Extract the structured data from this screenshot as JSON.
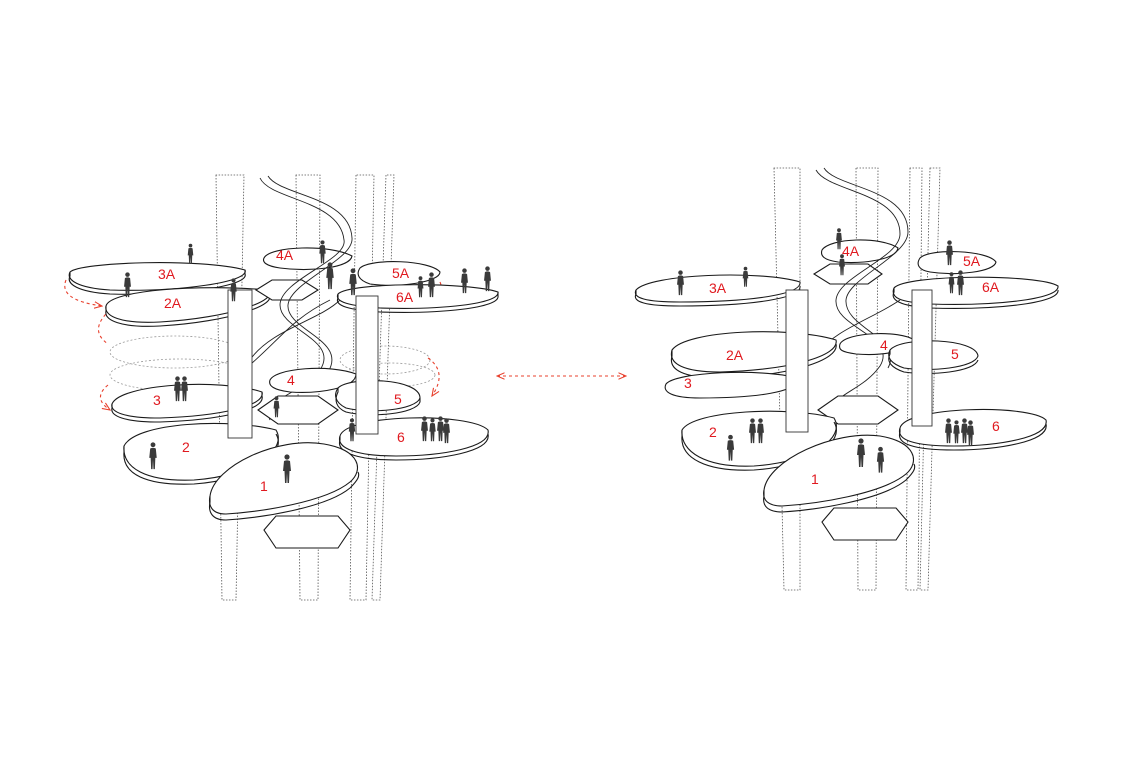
{
  "accent_color": "#e0191f",
  "arrow_color": "#e8412e",
  "diagrams": [
    {
      "name": "configuration-before",
      "labels": [
        "3A",
        "2A",
        "4A",
        "5A",
        "6A",
        "3",
        "4",
        "5",
        "2",
        "6",
        "1"
      ]
    },
    {
      "name": "configuration-after",
      "labels": [
        "3A",
        "4A",
        "5A",
        "6A",
        "2A",
        "4",
        "5",
        "3",
        "2",
        "6",
        "1"
      ]
    }
  ],
  "connector": {
    "type": "double-arrow",
    "style": "dashed"
  }
}
